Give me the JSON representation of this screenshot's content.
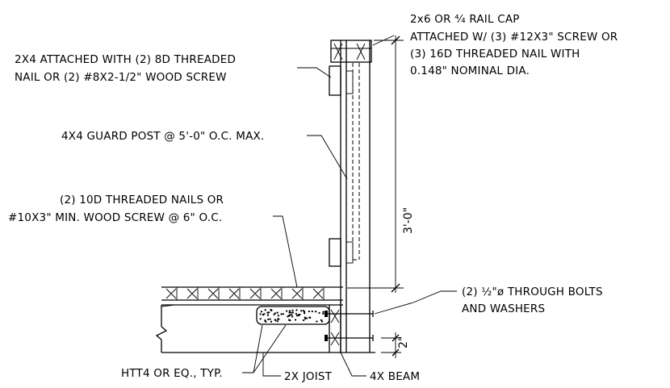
{
  "labels": {
    "rail_cap_1": "2x6 OR ⁴⁄₄ RAIL CAP",
    "rail_cap_2": "ATTACHED W/ (3) #12X3\" SCREW OR",
    "rail_cap_3": "(3) 16D THREADED NAIL WITH",
    "rail_cap_4": "0.148\" NOMINAL DIA.",
    "rail_2x4_1": "2X4 ATTACHED WITH (2) 8D THREADED",
    "rail_2x4_2": "NAIL OR (2) #8X2-1/2\" WOOD SCREW",
    "guard_post": "4X4 GUARD POST @ 5'-0\" O.C. MAX.",
    "deck_nails_1": "(2) 10D THREADED NAILS OR",
    "deck_nails_2": "#10X3\" MIN. WOOD SCREW @ 6\" O.C.",
    "bolts_1": "(2) ½\"ø THROUGH BOLTS",
    "bolts_2": "AND WASHERS",
    "htt4": "HTT4 OR EQ., TYP.",
    "joist": "2X JOIST",
    "beam": "4X BEAM"
  },
  "dimensions": {
    "post_height": "3'-0\"",
    "bolt_edge": "2\""
  }
}
